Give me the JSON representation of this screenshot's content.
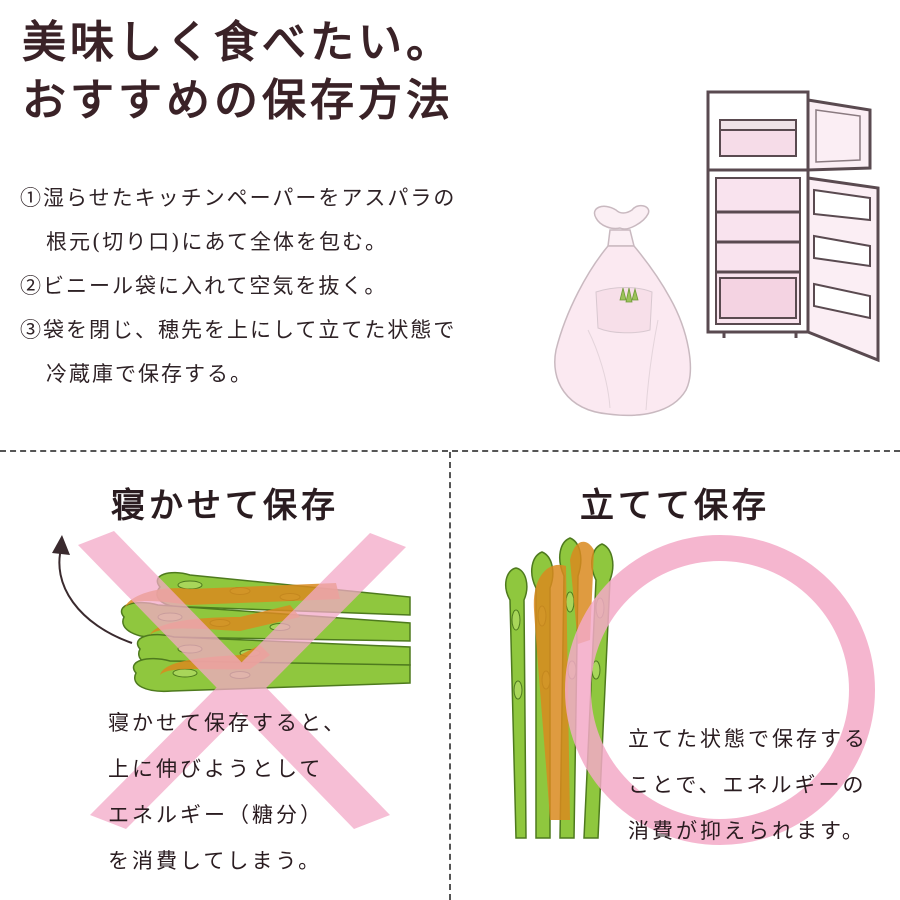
{
  "title": {
    "line1": "美味しく食べたい。",
    "line2": "おすすめの保存方法"
  },
  "steps": [
    {
      "text": "①湿らせたキッチンペーパーをアスパラの",
      "cont": "根元(切り口)にあて全体を包む。"
    },
    {
      "text": "②ビニール袋に入れて空気を抜く。",
      "cont": ""
    },
    {
      "text": "③袋を閉じ、穂先を上にして立てた状態で",
      "cont": "冷蔵庫で保存する。"
    }
  ],
  "left_panel": {
    "heading": "寝かせて保存",
    "lines": [
      "寝かせて保存すると、",
      "上に伸びようとして",
      "エネルギー（糖分）",
      "を消費してしまう。"
    ]
  },
  "right_panel": {
    "heading": "立てて保存",
    "lines": [
      "立てた状態で保存する",
      "ことで、エネルギーの",
      "消費が抑えられます。"
    ]
  },
  "colors": {
    "pink": "#f3a9c7",
    "asparagus_green": "#8fc73e",
    "asparagus_tip": "#d98a1e",
    "fridge_outline": "#5a4a50"
  },
  "icons": {
    "fridge": "refrigerator-icon",
    "bag": "plastic-bag-icon",
    "cross": "cross-mark-icon",
    "circle": "circle-mark-icon",
    "arrow": "curved-arrow-icon"
  }
}
